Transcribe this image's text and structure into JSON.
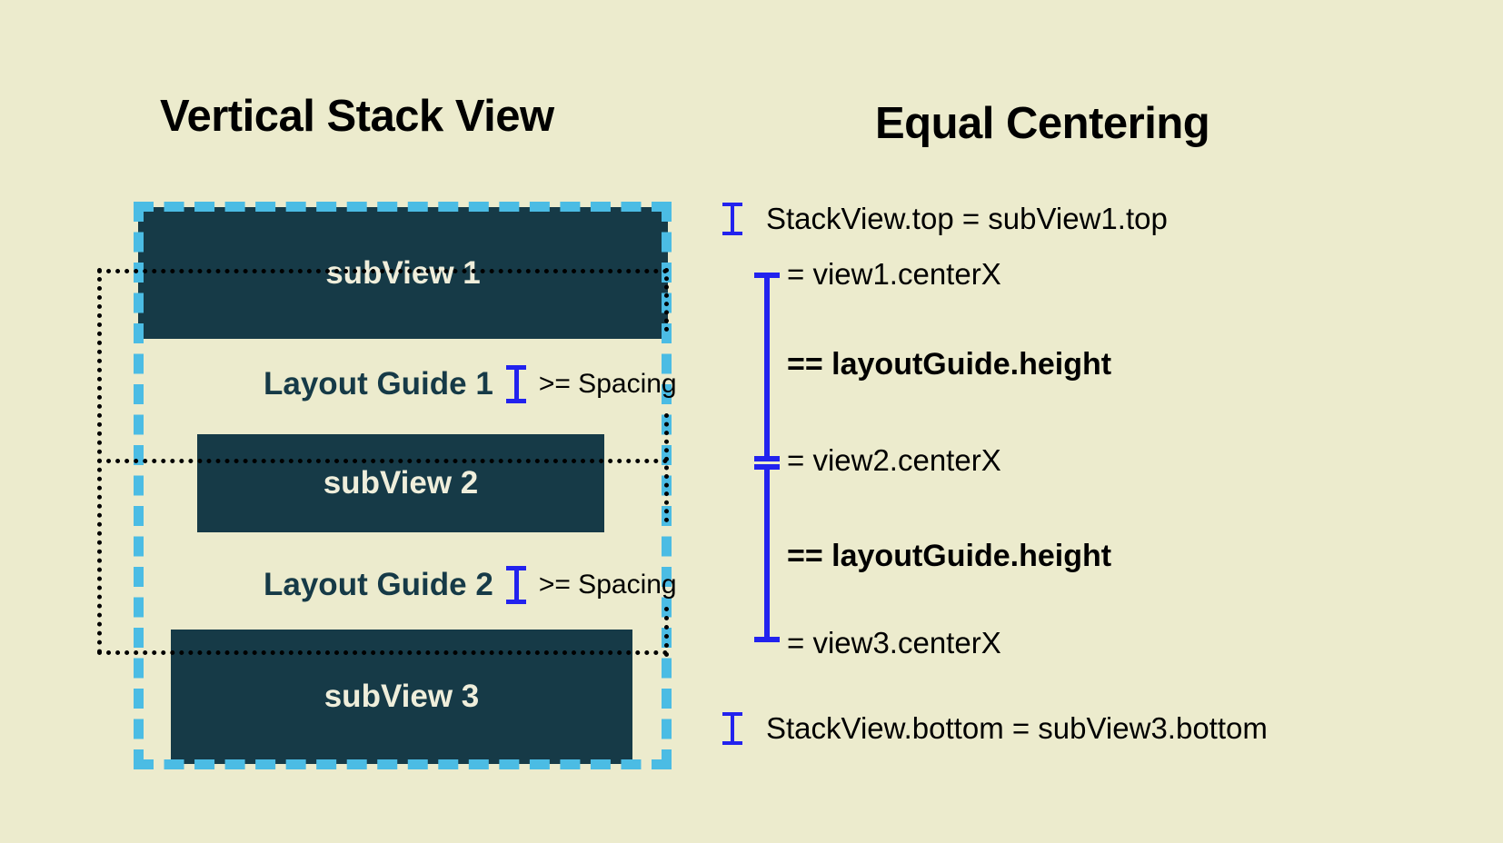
{
  "background_color": "#ecebcd",
  "colors": {
    "background": "#ecebcd",
    "subview_fill": "#163a47",
    "subview_text": "#efeedb",
    "stackview_border": "#4bbce4",
    "constraint_blue": "#2222ee",
    "guide_label": "#163a47",
    "text": "#000000"
  },
  "titles": {
    "left": "Vertical Stack View",
    "right": "Equal Centering"
  },
  "subviews": [
    {
      "label": "subView 1"
    },
    {
      "label": "subView 2"
    },
    {
      "label": "subView 3"
    }
  ],
  "layout_guides": [
    {
      "name": "Layout Guide 1",
      "relation": ">= Spacing",
      "icon": "i-beam-icon"
    },
    {
      "name": "Layout Guide 2",
      "relation": ">= Spacing",
      "icon": "i-beam-icon"
    }
  ],
  "constraints": {
    "top": "StackView.top = subView1.top",
    "bottom": "StackView.bottom = subView3.bottom"
  },
  "centering": {
    "endpoints": [
      "= view1.centerX",
      "= view2.centerX",
      "= view3.centerX"
    ],
    "spans": [
      "== layoutGuide.height",
      "== layoutGuide.height"
    ]
  },
  "icons": {
    "i_beam": "i-beam-icon"
  }
}
